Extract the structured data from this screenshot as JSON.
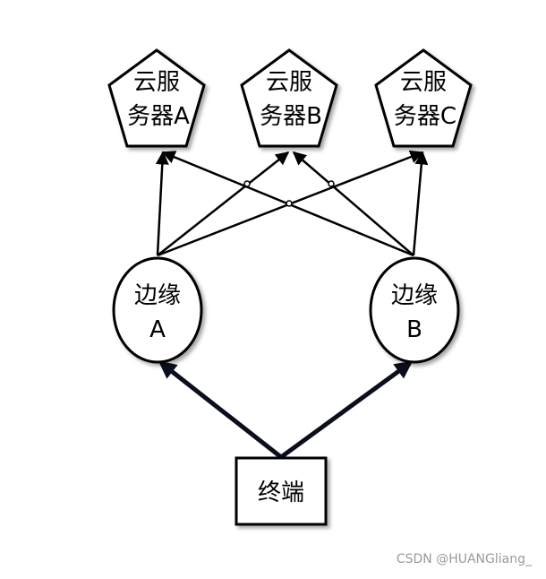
{
  "nodes": {
    "cloud_a": {
      "line1": "云服",
      "line2": "务器A"
    },
    "cloud_b": {
      "line1": "云服",
      "line2": "务器B"
    },
    "cloud_c": {
      "line1": "云服",
      "line2": "务器C"
    },
    "edge_a": {
      "line1": "边缘",
      "line2": "A"
    },
    "edge_b": {
      "line1": "边缘",
      "line2": "B"
    },
    "terminal": {
      "label": "终端"
    }
  },
  "watermark": "CSDN @HUANGliang_"
}
